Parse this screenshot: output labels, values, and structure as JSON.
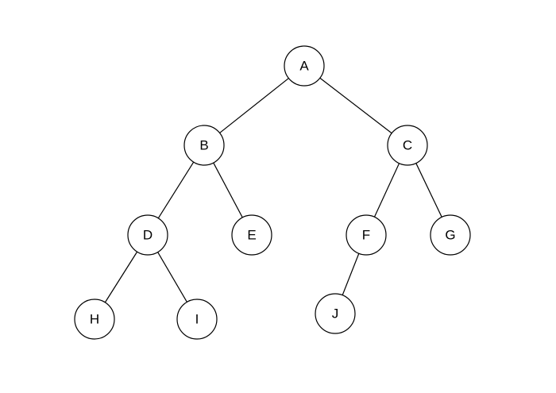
{
  "tree": {
    "nodes": [
      {
        "id": "A",
        "label": "A"
      },
      {
        "id": "B",
        "label": "B"
      },
      {
        "id": "C",
        "label": "C"
      },
      {
        "id": "D",
        "label": "D"
      },
      {
        "id": "E",
        "label": "E"
      },
      {
        "id": "F",
        "label": "F"
      },
      {
        "id": "G",
        "label": "G"
      },
      {
        "id": "H",
        "label": "H"
      },
      {
        "id": "I",
        "label": "I"
      },
      {
        "id": "J",
        "label": "J"
      }
    ],
    "edges": [
      {
        "from": "A",
        "to": "B"
      },
      {
        "from": "A",
        "to": "C"
      },
      {
        "from": "B",
        "to": "D"
      },
      {
        "from": "B",
        "to": "E"
      },
      {
        "from": "C",
        "to": "F"
      },
      {
        "from": "C",
        "to": "G"
      },
      {
        "from": "D",
        "to": "H"
      },
      {
        "from": "D",
        "to": "I"
      },
      {
        "from": "F",
        "to": "J"
      }
    ],
    "colors": {
      "stroke": "#000000",
      "fill": "#ffffff",
      "text": "#000000"
    }
  }
}
